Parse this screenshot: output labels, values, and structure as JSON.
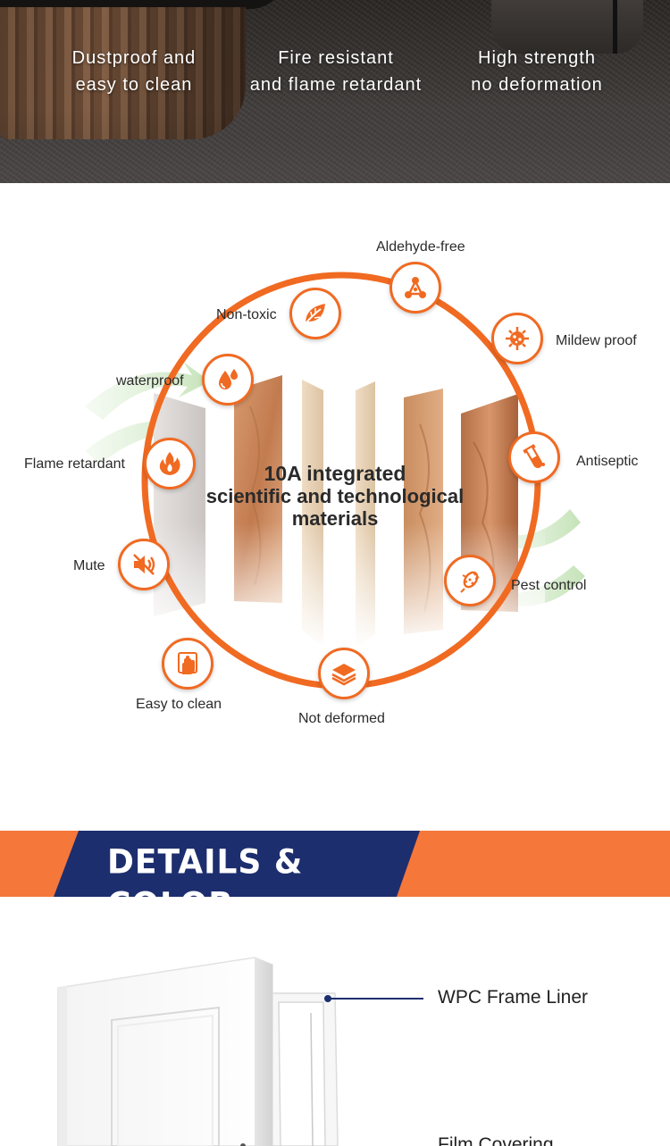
{
  "hero": {
    "features": [
      {
        "line1": "Dustproof and",
        "line2": "easy to clean"
      },
      {
        "line1": "Fire resistant",
        "line2": "and flame retardant"
      },
      {
        "line1": "High strength",
        "line2": "no deformation"
      }
    ]
  },
  "properties": {
    "center_title": {
      "line1": "10A integrated",
      "line2": "scientific and technological",
      "line3": "materials"
    },
    "accent_color": "#f06a22",
    "items": [
      {
        "label": "Aldehyde-free",
        "icon": "molecule-icon"
      },
      {
        "label": "Mildew proof",
        "icon": "virus-icon"
      },
      {
        "label": "Antiseptic",
        "icon": "test-tube-icon"
      },
      {
        "label": "Pest control",
        "icon": "bug-icon"
      },
      {
        "label": "Not deformed",
        "icon": "layers-icon"
      },
      {
        "label": "Easy to clean",
        "icon": "hand-wipe-icon"
      },
      {
        "label": "Mute",
        "icon": "mute-speaker-icon"
      },
      {
        "label": "Flame retardant",
        "icon": "flame-icon"
      },
      {
        "label": "waterproof",
        "icon": "water-drop-icon"
      },
      {
        "label": "Non-toxic",
        "icon": "leaf-icon"
      }
    ]
  },
  "banner": {
    "title": "DETAILS & COLOR",
    "navy_color": "#1d2e6e",
    "orange_color": "#f5773a"
  },
  "details": {
    "callouts": [
      {
        "label": "WPC Frame Liner"
      },
      {
        "label": "Film Covering"
      }
    ]
  }
}
